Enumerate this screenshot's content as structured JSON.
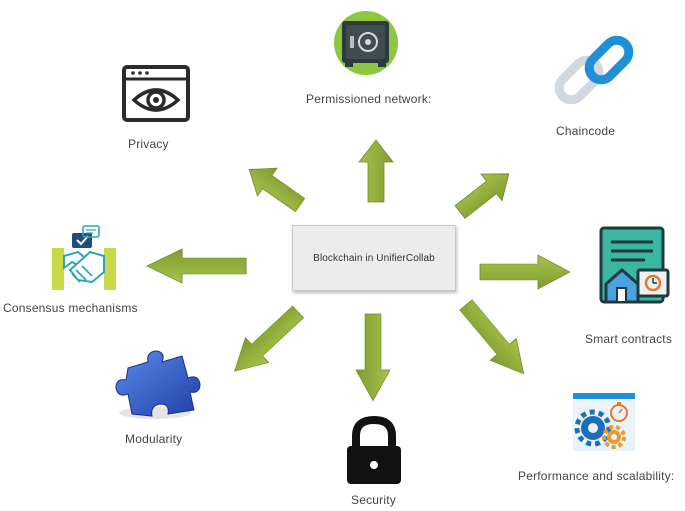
{
  "center": {
    "label": "Blockchain in UnifierCollab"
  },
  "nodes": [
    {
      "id": "permissioned-network",
      "label": "Permissioned network:",
      "icon": "safe-icon"
    },
    {
      "id": "chaincode",
      "label": "Chaincode",
      "icon": "chain-link-icon"
    },
    {
      "id": "privacy",
      "label": "Privacy",
      "icon": "eye-browser-icon"
    },
    {
      "id": "consensus-mechanisms",
      "label": "Consensus mechanisms",
      "icon": "handshake-icon"
    },
    {
      "id": "smart-contracts",
      "label": "Smart contracts",
      "icon": "contract-document-icon"
    },
    {
      "id": "modularity",
      "label": "Modularity",
      "icon": "puzzle-piece-icon"
    },
    {
      "id": "security",
      "label": "Security",
      "icon": "padlock-icon"
    },
    {
      "id": "performance-scalability",
      "label": "Performance and scalability:",
      "icon": "gears-stopwatch-icon"
    }
  ],
  "colors": {
    "arrow_fill": "#8fad3a",
    "arrow_stroke": "#6f8a2a",
    "chain_blue": "#1f8fd8",
    "icon_dark": "#2b2b2b"
  }
}
